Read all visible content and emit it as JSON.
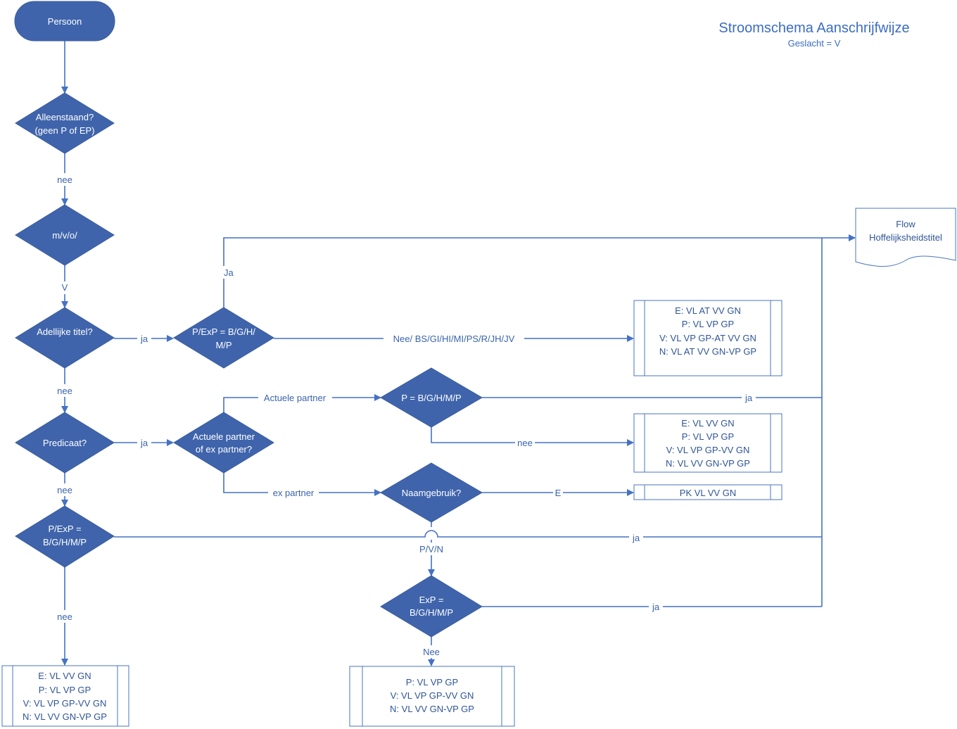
{
  "title": "Stroomschema Aanschrijfwijze",
  "subtitle": "Geslacht = V",
  "nodes": {
    "start": "Persoon",
    "alleenstaand": [
      "Alleenstaand?",
      "(geen P of EP)"
    ],
    "mvo": "m/v/o/",
    "adellijk": "Adellijke titel?",
    "pexp_adel": [
      "P/ExP = B/G/H/",
      "M/P"
    ],
    "predicaat": "Predicaat?",
    "actuele_of_ex": [
      "Actuele partner",
      "of ex partner?"
    ],
    "p_bghmp": "P = B/G/H/M/P",
    "naamgebruik": "Naamgebruik?",
    "pexp_bottom": [
      "P/ExP =",
      "B/G/H/M/P"
    ],
    "exp": [
      "ExP =",
      "B/G/H/M/P"
    ],
    "flow_doc": [
      "Flow",
      "Hoffelijksheidstitel"
    ]
  },
  "boxes": {
    "adel_result": [
      "E: VL AT VV GN",
      "P:  VL VP GP",
      "V: VL VP GP-AT VV GN",
      "N: VL AT VV GN-VP GP"
    ],
    "predicaat_nee_result": [
      "E:  VL VV GN",
      "P: VL VP GP",
      "V: VL VP GP-VV GN",
      "N:  VL VV GN-VP GP"
    ],
    "naamgebruik_e_result": [
      "PK VL VV GN"
    ],
    "bottom_left_result": [
      "E:  VL VV GN",
      "P: VL VP GP",
      "V: VL VP GP-VV GN",
      "N:  VL VV GN-VP GP"
    ],
    "bottom_mid_result": [
      "P: VL VP GP",
      "V: VL VP GP-VV GN",
      "N:  VL VV GN-VP GP"
    ]
  },
  "edge_labels": {
    "alleenstaand_nee": "nee",
    "mvo_v": "V",
    "adellijk_ja": "ja",
    "adellijk_nee": "nee",
    "pexp_ja": "Ja",
    "pexp_nee": "Nee/ BS/GI/HI/MI/PS/R/JH/JV",
    "predicaat_ja": "ja",
    "predicaat_nee": "nee",
    "actuele_partner": "Actuele partner",
    "ex_partner": "ex partner",
    "p_ja": "ja",
    "p_nee": "nee",
    "naamgebruik_e": "E",
    "naamgebruik_pvn": "P/V/N",
    "pexp_bottom_ja": "ja",
    "pexp_bottom_nee": "nee",
    "exp_ja": "ja",
    "exp_nee": "Nee"
  },
  "colors": {
    "shape_fill": "#3f64ab",
    "line": "#4472c4",
    "text_accent": "#3b6cc4"
  }
}
